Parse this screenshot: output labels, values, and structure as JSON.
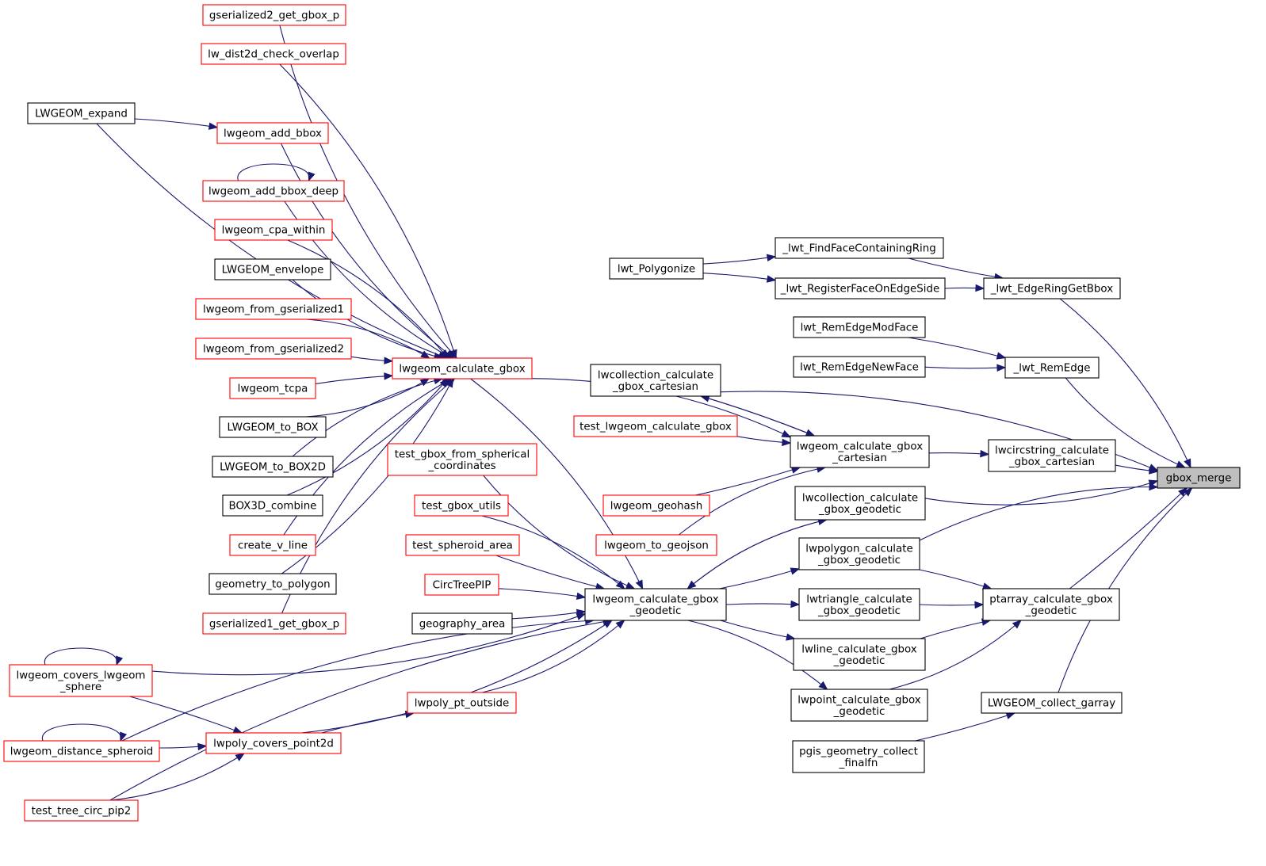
{
  "colors": {
    "edge": "#191970",
    "node_border_default": "#000000",
    "node_border_truncated": "#ff0000",
    "target_fill": "#bfbfbf"
  },
  "nodes": [
    {
      "id": "gbox_merge",
      "lines": [
        "gbox_merge"
      ],
      "style": "target"
    },
    {
      "id": "lwt_EdgeRingGetBbox",
      "lines": [
        "_lwt_EdgeRingGetBbox"
      ],
      "style": "black"
    },
    {
      "id": "lwt_FindFaceContainingRing",
      "lines": [
        "_lwt_FindFaceContainingRing"
      ],
      "style": "black"
    },
    {
      "id": "lwt_RegisterFaceOnEdgeSide",
      "lines": [
        "_lwt_RegisterFaceOnEdgeSide"
      ],
      "style": "black"
    },
    {
      "id": "lwt_Polygonize",
      "lines": [
        "lwt_Polygonize"
      ],
      "style": "black"
    },
    {
      "id": "lwt_RemEdge",
      "lines": [
        "_lwt_RemEdge"
      ],
      "style": "black"
    },
    {
      "id": "lwt_RemEdgeModFace",
      "lines": [
        "lwt_RemEdgeModFace"
      ],
      "style": "black"
    },
    {
      "id": "lwt_RemEdgeNewFace",
      "lines": [
        "lwt_RemEdgeNewFace"
      ],
      "style": "black"
    },
    {
      "id": "lwcollection_calculate_gbox_cartesian",
      "lines": [
        "lwcollection_calculate",
        "_gbox_cartesian"
      ],
      "style": "black"
    },
    {
      "id": "lwcircstring_calculate_gbox_cartesian",
      "lines": [
        "lwcircstring_calculate",
        "_gbox_cartesian"
      ],
      "style": "black"
    },
    {
      "id": "lwgeom_calculate_gbox_cartesian",
      "lines": [
        "lwgeom_calculate_gbox",
        "_cartesian"
      ],
      "style": "black"
    },
    {
      "id": "test_lwgeom_calculate_gbox",
      "lines": [
        "test_lwgeom_calculate_gbox"
      ],
      "style": "red"
    },
    {
      "id": "lwgeom_geohash",
      "lines": [
        "lwgeom_geohash"
      ],
      "style": "red"
    },
    {
      "id": "lwgeom_to_geojson",
      "lines": [
        "lwgeom_to_geojson"
      ],
      "style": "red"
    },
    {
      "id": "lwgeom_calculate_gbox",
      "lines": [
        "lwgeom_calculate_gbox"
      ],
      "style": "red"
    },
    {
      "id": "gserialized2_get_gbox_p",
      "lines": [
        "gserialized2_get_gbox_p"
      ],
      "style": "red"
    },
    {
      "id": "lw_dist2d_check_overlap",
      "lines": [
        "lw_dist2d_check_overlap"
      ],
      "style": "red"
    },
    {
      "id": "LWGEOM_expand",
      "lines": [
        "LWGEOM_expand"
      ],
      "style": "black"
    },
    {
      "id": "lwgeom_add_bbox",
      "lines": [
        "lwgeom_add_bbox"
      ],
      "style": "red"
    },
    {
      "id": "lwgeom_add_bbox_deep",
      "lines": [
        "lwgeom_add_bbox_deep"
      ],
      "style": "red"
    },
    {
      "id": "lwgeom_cpa_within",
      "lines": [
        "lwgeom_cpa_within"
      ],
      "style": "red"
    },
    {
      "id": "LWGEOM_envelope",
      "lines": [
        "LWGEOM_envelope"
      ],
      "style": "black"
    },
    {
      "id": "lwgeom_from_gserialized1",
      "lines": [
        "lwgeom_from_gserialized1"
      ],
      "style": "red"
    },
    {
      "id": "lwgeom_from_gserialized2",
      "lines": [
        "lwgeom_from_gserialized2"
      ],
      "style": "red"
    },
    {
      "id": "lwgeom_tcpa",
      "lines": [
        "lwgeom_tcpa"
      ],
      "style": "red"
    },
    {
      "id": "LWGEOM_to_BOX",
      "lines": [
        "LWGEOM_to_BOX"
      ],
      "style": "black"
    },
    {
      "id": "LWGEOM_to_BOX2D",
      "lines": [
        "LWGEOM_to_BOX2D"
      ],
      "style": "black"
    },
    {
      "id": "BOX3D_combine",
      "lines": [
        "BOX3D_combine"
      ],
      "style": "black"
    },
    {
      "id": "create_v_line",
      "lines": [
        "create_v_line"
      ],
      "style": "red"
    },
    {
      "id": "geometry_to_polygon",
      "lines": [
        "geometry_to_polygon"
      ],
      "style": "black"
    },
    {
      "id": "gserialized1_get_gbox_p",
      "lines": [
        "gserialized1_get_gbox_p"
      ],
      "style": "red"
    },
    {
      "id": "lwcollection_calculate_gbox_geodetic",
      "lines": [
        "lwcollection_calculate",
        "_gbox_geodetic"
      ],
      "style": "black"
    },
    {
      "id": "lwpolygon_calculate_gbox_geodetic",
      "lines": [
        "lwpolygon_calculate",
        "_gbox_geodetic"
      ],
      "style": "black"
    },
    {
      "id": "lwtriangle_calculate_gbox_geodetic",
      "lines": [
        "lwtriangle_calculate",
        "_gbox_geodetic"
      ],
      "style": "black"
    },
    {
      "id": "lwline_calculate_gbox_geodetic",
      "lines": [
        "lwline_calculate_gbox",
        "_geodetic"
      ],
      "style": "black"
    },
    {
      "id": "lwpoint_calculate_gbox_geodetic",
      "lines": [
        "lwpoint_calculate_gbox",
        "_geodetic"
      ],
      "style": "black"
    },
    {
      "id": "ptarray_calculate_gbox_geodetic",
      "lines": [
        "ptarray_calculate_gbox",
        "_geodetic"
      ],
      "style": "black"
    },
    {
      "id": "LWGEOM_collect_garray",
      "lines": [
        "LWGEOM_collect_garray"
      ],
      "style": "black"
    },
    {
      "id": "pgis_geometry_collect_finalfn",
      "lines": [
        "pgis_geometry_collect",
        "_finalfn"
      ],
      "style": "black"
    },
    {
      "id": "lwgeom_calculate_gbox_geodetic",
      "lines": [
        "lwgeom_calculate_gbox",
        "_geodetic"
      ],
      "style": "black"
    },
    {
      "id": "test_gbox_from_spherical_coordinates",
      "lines": [
        "test_gbox_from_spherical",
        "_coordinates"
      ],
      "style": "red"
    },
    {
      "id": "test_gbox_utils",
      "lines": [
        "test_gbox_utils"
      ],
      "style": "red"
    },
    {
      "id": "test_spheroid_area",
      "lines": [
        "test_spheroid_area"
      ],
      "style": "red"
    },
    {
      "id": "CircTreePIP",
      "lines": [
        "CircTreePIP"
      ],
      "style": "red"
    },
    {
      "id": "geography_area",
      "lines": [
        "geography_area"
      ],
      "style": "black"
    },
    {
      "id": "lwgeom_covers_lwgeom_sphere",
      "lines": [
        "lwgeom_covers_lwgeom",
        "_sphere"
      ],
      "style": "red"
    },
    {
      "id": "lwpoly_pt_outside",
      "lines": [
        "lwpoly_pt_outside"
      ],
      "style": "red"
    },
    {
      "id": "lwpoly_covers_point2d",
      "lines": [
        "lwpoly_covers_point2d"
      ],
      "style": "red"
    },
    {
      "id": "lwgeom_distance_spheroid",
      "lines": [
        "lwgeom_distance_spheroid"
      ],
      "style": "red"
    },
    {
      "id": "test_tree_circ_pip2",
      "lines": [
        "test_tree_circ_pip2"
      ],
      "style": "red"
    }
  ],
  "edges": [
    [
      "lwt_EdgeRingGetBbox",
      "gbox_merge"
    ],
    [
      "lwt_FindFaceContainingRing",
      "lwt_EdgeRingGetBbox"
    ],
    [
      "lwt_RegisterFaceOnEdgeSide",
      "lwt_EdgeRingGetBbox"
    ],
    [
      "lwt_Polygonize",
      "lwt_FindFaceContainingRing"
    ],
    [
      "lwt_Polygonize",
      "lwt_RegisterFaceOnEdgeSide"
    ],
    [
      "lwt_RemEdge",
      "gbox_merge"
    ],
    [
      "lwt_RemEdgeModFace",
      "lwt_RemEdge"
    ],
    [
      "lwt_RemEdgeNewFace",
      "lwt_RemEdge"
    ],
    [
      "lwcollection_calculate_gbox_cartesian",
      "gbox_merge"
    ],
    [
      "lwgeom_calculate_gbox_cartesian",
      "lwcollection_calculate_gbox_cartesian"
    ],
    [
      "lwcollection_calculate_gbox_cartesian",
      "lwgeom_calculate_gbox_cartesian"
    ],
    [
      "lwcircstring_calculate_gbox_cartesian",
      "gbox_merge"
    ],
    [
      "lwgeom_calculate_gbox_cartesian",
      "lwcircstring_calculate_gbox_cartesian"
    ],
    [
      "test_lwgeom_calculate_gbox",
      "lwgeom_calculate_gbox_cartesian"
    ],
    [
      "lwgeom_calculate_gbox",
      "lwgeom_calculate_gbox_cartesian"
    ],
    [
      "lwgeom_geohash",
      "lwgeom_calculate_gbox_cartesian"
    ],
    [
      "lwgeom_to_geojson",
      "lwgeom_calculate_gbox_cartesian"
    ],
    [
      "gserialized2_get_gbox_p",
      "lwgeom_calculate_gbox"
    ],
    [
      "lw_dist2d_check_overlap",
      "lwgeom_calculate_gbox"
    ],
    [
      "LWGEOM_expand",
      "lwgeom_calculate_gbox"
    ],
    [
      "LWGEOM_expand",
      "lwgeom_add_bbox"
    ],
    [
      "lwgeom_add_bbox",
      "lwgeom_calculate_gbox"
    ],
    [
      "lwgeom_add_bbox_deep",
      "lwgeom_add_bbox_deep"
    ],
    [
      "lwgeom_add_bbox_deep",
      "lwgeom_calculate_gbox"
    ],
    [
      "lwgeom_cpa_within",
      "lwgeom_calculate_gbox"
    ],
    [
      "LWGEOM_envelope",
      "lwgeom_calculate_gbox"
    ],
    [
      "lwgeom_from_gserialized1",
      "lwgeom_calculate_gbox"
    ],
    [
      "lwgeom_from_gserialized2",
      "lwgeom_calculate_gbox"
    ],
    [
      "lwgeom_tcpa",
      "lwgeom_calculate_gbox"
    ],
    [
      "LWGEOM_to_BOX",
      "lwgeom_calculate_gbox"
    ],
    [
      "LWGEOM_to_BOX2D",
      "lwgeom_calculate_gbox"
    ],
    [
      "BOX3D_combine",
      "lwgeom_calculate_gbox"
    ],
    [
      "create_v_line",
      "lwgeom_calculate_gbox"
    ],
    [
      "geometry_to_polygon",
      "lwgeom_calculate_gbox"
    ],
    [
      "gserialized1_get_gbox_p",
      "lwgeom_calculate_gbox"
    ],
    [
      "lwcollection_calculate_gbox_geodetic",
      "gbox_merge"
    ],
    [
      "lwgeom_calculate_gbox_geodetic",
      "lwcollection_calculate_gbox_geodetic"
    ],
    [
      "lwcollection_calculate_gbox_geodetic",
      "lwgeom_calculate_gbox_geodetic"
    ],
    [
      "lwpolygon_calculate_gbox_geodetic",
      "gbox_merge"
    ],
    [
      "lwgeom_calculate_gbox_geodetic",
      "lwpolygon_calculate_gbox_geodetic"
    ],
    [
      "lwgeom_calculate_gbox_geodetic",
      "lwtriangle_calculate_gbox_geodetic"
    ],
    [
      "lwgeom_calculate_gbox_geodetic",
      "lwline_calculate_gbox_geodetic"
    ],
    [
      "lwgeom_calculate_gbox_geodetic",
      "lwpoint_calculate_gbox_geodetic"
    ],
    [
      "ptarray_calculate_gbox_geodetic",
      "gbox_merge"
    ],
    [
      "lwpolygon_calculate_gbox_geodetic",
      "ptarray_calculate_gbox_geodetic"
    ],
    [
      "lwtriangle_calculate_gbox_geodetic",
      "ptarray_calculate_gbox_geodetic"
    ],
    [
      "lwline_calculate_gbox_geodetic",
      "ptarray_calculate_gbox_geodetic"
    ],
    [
      "lwpoint_calculate_gbox_geodetic",
      "ptarray_calculate_gbox_geodetic"
    ],
    [
      "LWGEOM_collect_garray",
      "gbox_merge"
    ],
    [
      "pgis_geometry_collect_finalfn",
      "LWGEOM_collect_garray"
    ],
    [
      "lwgeom_calculate_gbox",
      "lwgeom_calculate_gbox_geodetic"
    ],
    [
      "test_gbox_from_spherical_coordinates",
      "lwgeom_calculate_gbox_geodetic"
    ],
    [
      "test_gbox_utils",
      "lwgeom_calculate_gbox_geodetic"
    ],
    [
      "test_spheroid_area",
      "lwgeom_calculate_gbox_geodetic"
    ],
    [
      "CircTreePIP",
      "lwgeom_calculate_gbox_geodetic"
    ],
    [
      "geography_area",
      "lwgeom_calculate_gbox_geodetic"
    ],
    [
      "lwgeom_covers_lwgeom_sphere",
      "lwgeom_covers_lwgeom_sphere"
    ],
    [
      "lwgeom_covers_lwgeom_sphere",
      "lwgeom_calculate_gbox_geodetic"
    ],
    [
      "lwgeom_covers_lwgeom_sphere",
      "lwpoly_covers_point2d"
    ],
    [
      "lwpoly_pt_outside",
      "lwgeom_calculate_gbox_geodetic"
    ],
    [
      "lwpoly_covers_point2d",
      "lwpoly_pt_outside"
    ],
    [
      "lwpoly_covers_point2d",
      "lwgeom_calculate_gbox_geodetic"
    ],
    [
      "lwgeom_distance_spheroid",
      "lwgeom_distance_spheroid"
    ],
    [
      "lwgeom_distance_spheroid",
      "lwpoly_covers_point2d"
    ],
    [
      "lwgeom_distance_spheroid",
      "lwgeom_calculate_gbox_geodetic"
    ],
    [
      "test_tree_circ_pip2",
      "lwpoly_covers_point2d"
    ],
    [
      "test_tree_circ_pip2",
      "lwgeom_calculate_gbox_geodetic"
    ]
  ]
}
